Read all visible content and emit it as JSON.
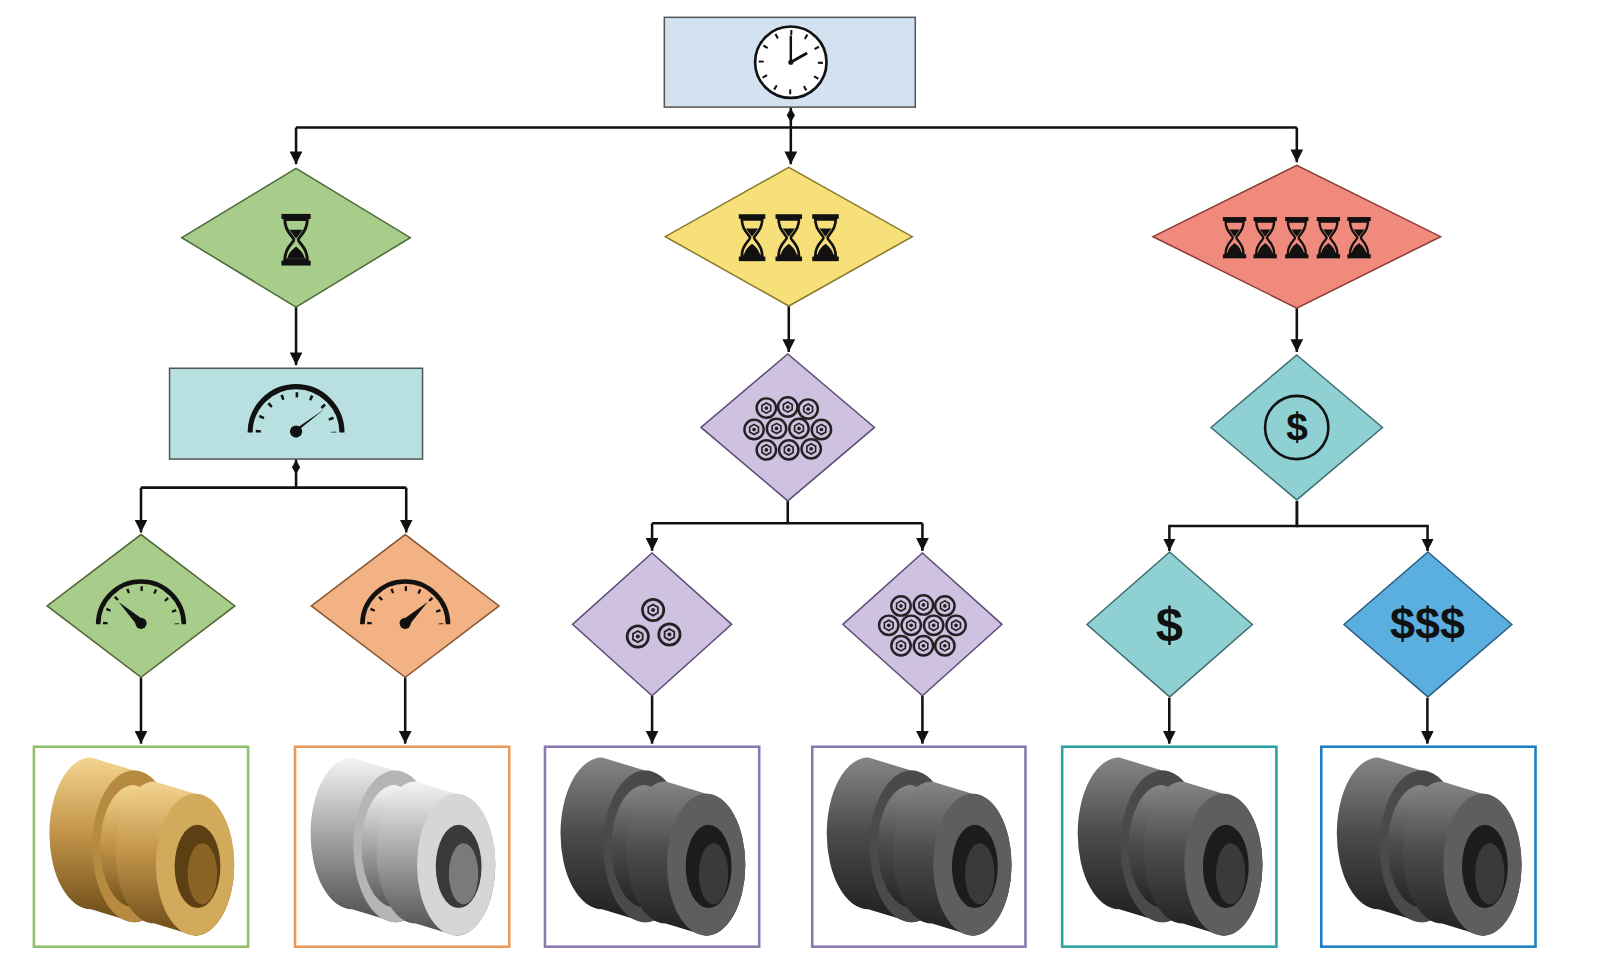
{
  "diagram": {
    "nodes": [
      {
        "text": [
          "$"
        ]
      },
      {
        "text": [
          "$"
        ]
      },
      {
        "text": [
          "$$$"
        ]
      }
    ],
    "edges": [
      {
        "from": 0,
        "to": 1,
        "arrow": "to"
      },
      {
        "from": 0,
        "to": 2,
        "arrow": "to"
      }
    ]
  }
}
